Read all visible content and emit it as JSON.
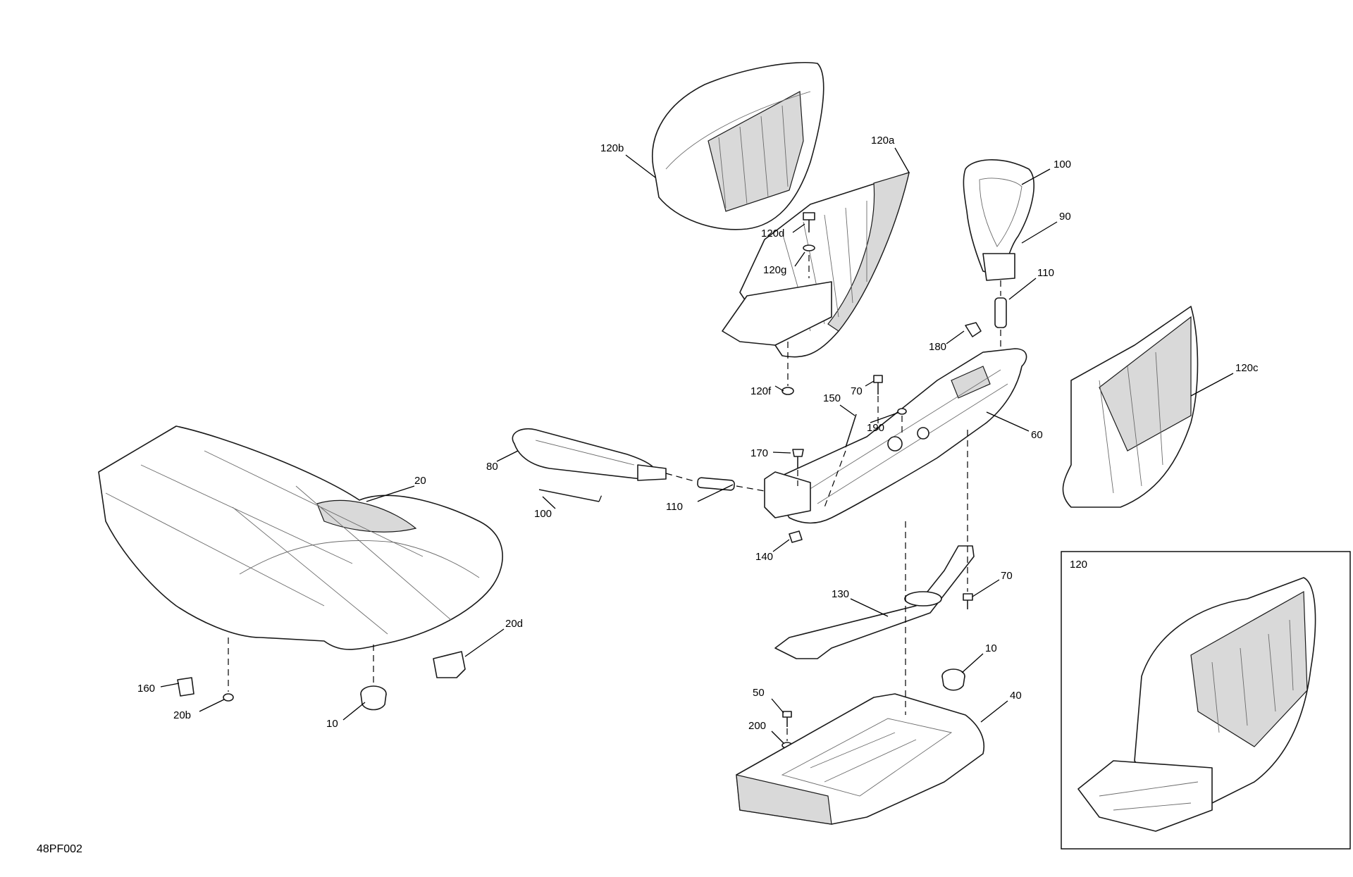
{
  "diagram_code": "48PF002",
  "inset_label": "120",
  "callouts": {
    "c120b": "120b",
    "c120a": "120a",
    "c100_top": "100",
    "c90": "90",
    "c120d": "120d",
    "c120g": "120g",
    "c110_top": "110",
    "c180": "180",
    "c120c": "120c",
    "c70_top": "70",
    "c150": "150",
    "c190": "190",
    "c60": "60",
    "c120f": "120f",
    "c170": "170",
    "c80": "80",
    "c20": "20",
    "c100_mid": "100",
    "c110_mid": "110",
    "c140": "140",
    "c130": "130",
    "c70_bot": "70",
    "c20d": "20d",
    "c10_right": "10",
    "c50": "50",
    "c40": "40",
    "c200": "200",
    "c160": "160",
    "c20b": "20b",
    "c10_left": "10"
  }
}
